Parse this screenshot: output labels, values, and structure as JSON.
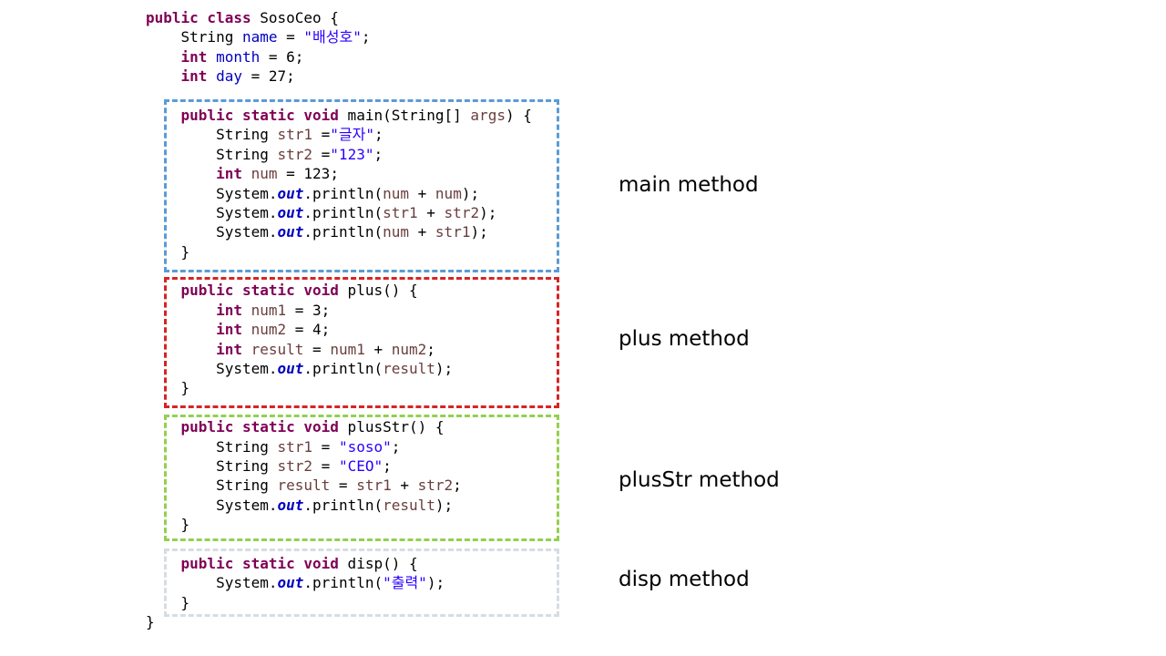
{
  "code_lines": [
    [
      {
        "t": "public class",
        "c": "kw"
      },
      {
        "t": " SosoCeo {",
        "c": "plain"
      }
    ],
    [
      {
        "t": "    String ",
        "c": "plain"
      },
      {
        "t": "name",
        "c": "fld"
      },
      {
        "t": " = ",
        "c": "plain"
      },
      {
        "t": "\"배성호\"",
        "c": "str"
      },
      {
        "t": ";",
        "c": "plain"
      }
    ],
    [
      {
        "t": "    ",
        "c": "plain"
      },
      {
        "t": "int",
        "c": "kw"
      },
      {
        "t": " ",
        "c": "plain"
      },
      {
        "t": "month",
        "c": "fld"
      },
      {
        "t": " = 6;",
        "c": "plain"
      }
    ],
    [
      {
        "t": "    ",
        "c": "plain"
      },
      {
        "t": "int",
        "c": "kw"
      },
      {
        "t": " ",
        "c": "plain"
      },
      {
        "t": "day",
        "c": "fld"
      },
      {
        "t": " = 27;",
        "c": "plain"
      }
    ],
    [
      {
        "t": "",
        "c": "plain"
      }
    ],
    [
      {
        "t": "    ",
        "c": "plain"
      },
      {
        "t": "public static void",
        "c": "kw"
      },
      {
        "t": " main(String[] ",
        "c": "plain"
      },
      {
        "t": "args",
        "c": "var"
      },
      {
        "t": ") {",
        "c": "plain"
      }
    ],
    [
      {
        "t": "        String ",
        "c": "plain"
      },
      {
        "t": "str1",
        "c": "var"
      },
      {
        "t": " =",
        "c": "plain"
      },
      {
        "t": "\"글자\"",
        "c": "str"
      },
      {
        "t": ";",
        "c": "plain"
      }
    ],
    [
      {
        "t": "        String ",
        "c": "plain"
      },
      {
        "t": "str2",
        "c": "var"
      },
      {
        "t": " =",
        "c": "plain"
      },
      {
        "t": "\"123\"",
        "c": "str"
      },
      {
        "t": ";",
        "c": "plain"
      }
    ],
    [
      {
        "t": "        ",
        "c": "plain"
      },
      {
        "t": "int",
        "c": "kw"
      },
      {
        "t": " ",
        "c": "plain"
      },
      {
        "t": "num",
        "c": "var"
      },
      {
        "t": " = 123;",
        "c": "plain"
      }
    ],
    [
      {
        "t": "        System.",
        "c": "plain"
      },
      {
        "t": "out",
        "c": "sfld"
      },
      {
        "t": ".println(",
        "c": "plain"
      },
      {
        "t": "num",
        "c": "var"
      },
      {
        "t": " + ",
        "c": "plain"
      },
      {
        "t": "num",
        "c": "var"
      },
      {
        "t": ");",
        "c": "plain"
      }
    ],
    [
      {
        "t": "        System.",
        "c": "plain"
      },
      {
        "t": "out",
        "c": "sfld"
      },
      {
        "t": ".println(",
        "c": "plain"
      },
      {
        "t": "str1",
        "c": "var"
      },
      {
        "t": " + ",
        "c": "plain"
      },
      {
        "t": "str2",
        "c": "var"
      },
      {
        "t": ");",
        "c": "plain"
      }
    ],
    [
      {
        "t": "        System.",
        "c": "plain"
      },
      {
        "t": "out",
        "c": "sfld"
      },
      {
        "t": ".println(",
        "c": "plain"
      },
      {
        "t": "num",
        "c": "var"
      },
      {
        "t": " + ",
        "c": "plain"
      },
      {
        "t": "str1",
        "c": "var"
      },
      {
        "t": ");",
        "c": "plain"
      }
    ],
    [
      {
        "t": "    }",
        "c": "plain"
      }
    ],
    [
      {
        "t": "",
        "c": "plain"
      }
    ],
    [
      {
        "t": "    ",
        "c": "plain"
      },
      {
        "t": "public static void",
        "c": "kw"
      },
      {
        "t": " plus() {",
        "c": "plain"
      }
    ],
    [
      {
        "t": "        ",
        "c": "plain"
      },
      {
        "t": "int",
        "c": "kw"
      },
      {
        "t": " ",
        "c": "plain"
      },
      {
        "t": "num1",
        "c": "var"
      },
      {
        "t": " = 3;",
        "c": "plain"
      }
    ],
    [
      {
        "t": "        ",
        "c": "plain"
      },
      {
        "t": "int",
        "c": "kw"
      },
      {
        "t": " ",
        "c": "plain"
      },
      {
        "t": "num2",
        "c": "var"
      },
      {
        "t": " = 4;",
        "c": "plain"
      }
    ],
    [
      {
        "t": "        ",
        "c": "plain"
      },
      {
        "t": "int",
        "c": "kw"
      },
      {
        "t": " ",
        "c": "plain"
      },
      {
        "t": "result",
        "c": "var"
      },
      {
        "t": " = ",
        "c": "plain"
      },
      {
        "t": "num1",
        "c": "var"
      },
      {
        "t": " + ",
        "c": "plain"
      },
      {
        "t": "num2",
        "c": "var"
      },
      {
        "t": ";",
        "c": "plain"
      }
    ],
    [
      {
        "t": "        System.",
        "c": "plain"
      },
      {
        "t": "out",
        "c": "sfld"
      },
      {
        "t": ".println(",
        "c": "plain"
      },
      {
        "t": "result",
        "c": "var"
      },
      {
        "t": ");",
        "c": "plain"
      }
    ],
    [
      {
        "t": "    }",
        "c": "plain"
      }
    ],
    [
      {
        "t": "",
        "c": "plain"
      }
    ],
    [
      {
        "t": "    ",
        "c": "plain"
      },
      {
        "t": "public static void",
        "c": "kw"
      },
      {
        "t": " plusStr() {",
        "c": "plain"
      }
    ],
    [
      {
        "t": "        String ",
        "c": "plain"
      },
      {
        "t": "str1",
        "c": "var"
      },
      {
        "t": " = ",
        "c": "plain"
      },
      {
        "t": "\"soso\"",
        "c": "str"
      },
      {
        "t": ";",
        "c": "plain"
      }
    ],
    [
      {
        "t": "        String ",
        "c": "plain"
      },
      {
        "t": "str2",
        "c": "var"
      },
      {
        "t": " = ",
        "c": "plain"
      },
      {
        "t": "\"CEO\"",
        "c": "str"
      },
      {
        "t": ";",
        "c": "plain"
      }
    ],
    [
      {
        "t": "        String ",
        "c": "plain"
      },
      {
        "t": "result",
        "c": "var"
      },
      {
        "t": " = ",
        "c": "plain"
      },
      {
        "t": "str1",
        "c": "var"
      },
      {
        "t": " + ",
        "c": "plain"
      },
      {
        "t": "str2",
        "c": "var"
      },
      {
        "t": ";",
        "c": "plain"
      }
    ],
    [
      {
        "t": "        System.",
        "c": "plain"
      },
      {
        "t": "out",
        "c": "sfld"
      },
      {
        "t": ".println(",
        "c": "plain"
      },
      {
        "t": "result",
        "c": "var"
      },
      {
        "t": ");",
        "c": "plain"
      }
    ],
    [
      {
        "t": "    }",
        "c": "plain"
      }
    ],
    [
      {
        "t": "",
        "c": "plain"
      }
    ],
    [
      {
        "t": "    ",
        "c": "plain"
      },
      {
        "t": "public static void",
        "c": "kw"
      },
      {
        "t": " disp() {",
        "c": "plain"
      }
    ],
    [
      {
        "t": "        System.",
        "c": "plain"
      },
      {
        "t": "out",
        "c": "sfld"
      },
      {
        "t": ".println(",
        "c": "plain"
      },
      {
        "t": "\"출력\"",
        "c": "str"
      },
      {
        "t": ");",
        "c": "plain"
      }
    ],
    [
      {
        "t": "    }",
        "c": "plain"
      }
    ],
    [
      {
        "t": "}",
        "c": "plain"
      }
    ]
  ],
  "labels": {
    "main": "main method",
    "plus": "plus method",
    "plusstr": "plusStr method",
    "disp": "disp method"
  },
  "colors": {
    "keyword": "#7f0055",
    "string": "#2a00ff",
    "field": "#0000c0",
    "local_variable": "#6a3e3e",
    "box_main": "#5b9bd5",
    "box_plus": "#d62424",
    "box_plusstr": "#92d050",
    "box_disp": "#d6dce4"
  }
}
